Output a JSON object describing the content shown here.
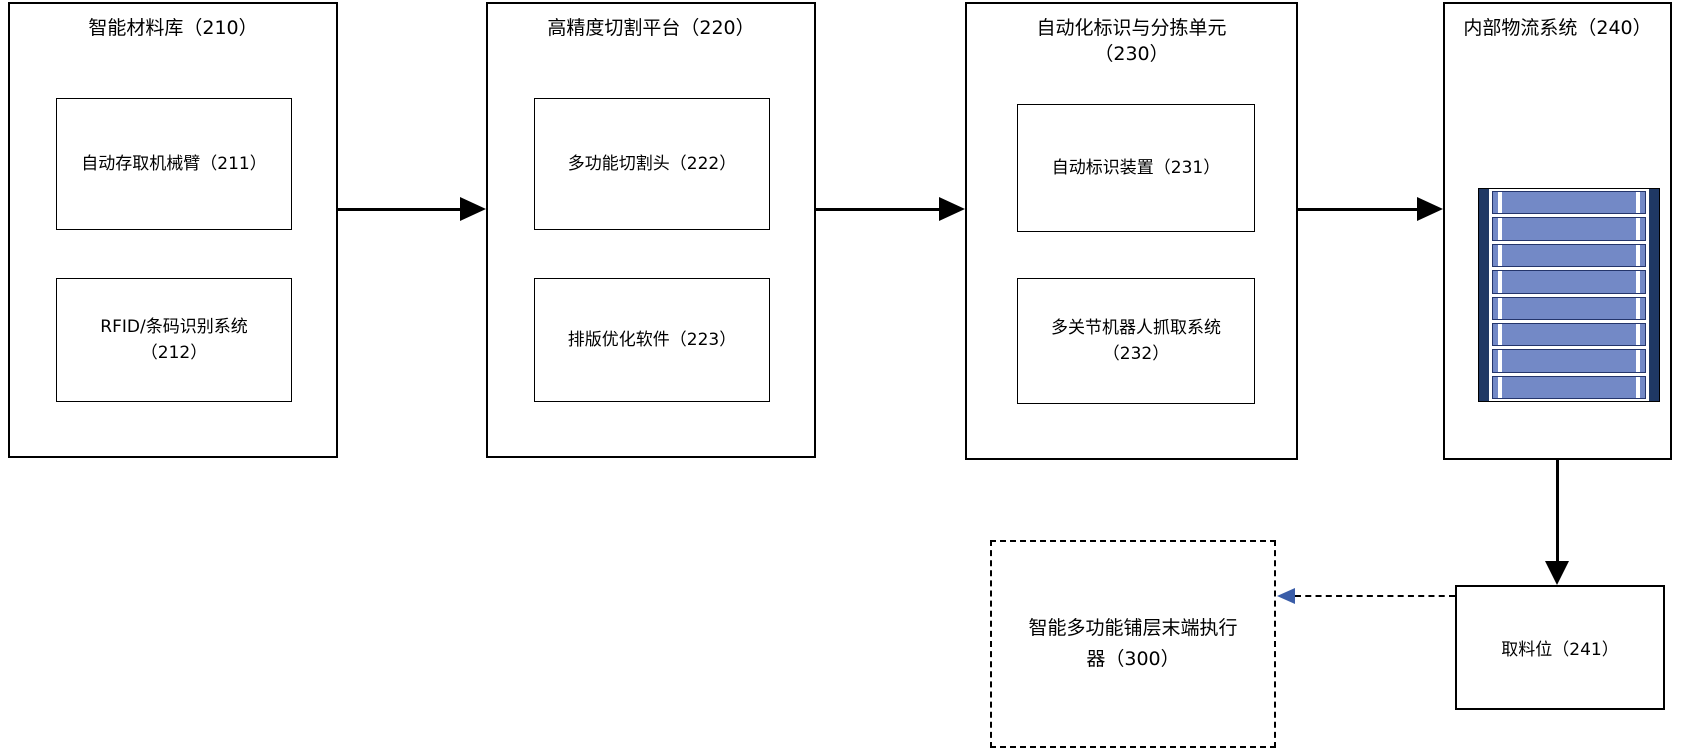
{
  "colors": {
    "box_border": "#000000",
    "conveyor_slat": "#7389c6",
    "conveyor_rail": "#1f3864",
    "dashed_arrowhead": "#3a5da8"
  },
  "boxes": [
    {
      "title": "智能材料库（210）",
      "children": [
        {
          "lines": [
            "自动存取机械臂（211）"
          ]
        },
        {
          "lines": [
            "RFID/条码识别系统",
            "（212）"
          ]
        }
      ]
    },
    {
      "title": "高精度切割平台（220）",
      "children": [
        {
          "lines": [
            "多功能切割头（222）"
          ]
        },
        {
          "lines": [
            "排版优化软件（223）"
          ]
        }
      ]
    },
    {
      "title_lines": [
        "自动化标识与分拣单元",
        "（230）"
      ],
      "children": [
        {
          "lines": [
            "自动标识装置（231）"
          ]
        },
        {
          "lines": [
            "多关节机器人抓取系统",
            "（232）"
          ]
        }
      ]
    },
    {
      "title": "内部物流系统（240）"
    }
  ],
  "pickup_station": {
    "label": "取料位（241）"
  },
  "end_effector": {
    "title_lines": [
      "智能多功能铺层末端执行",
      "器（300）"
    ]
  }
}
